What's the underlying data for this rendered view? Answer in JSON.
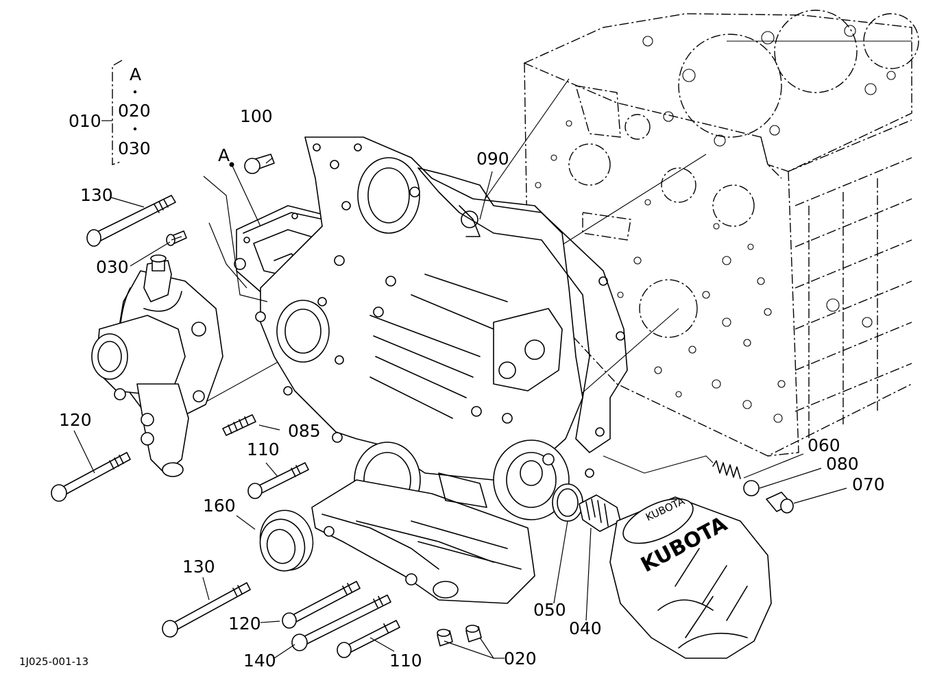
{
  "callouts": {
    "c010": "010",
    "cA_top": "A",
    "c020_top": "020",
    "c030_top": "030",
    "c100": "100",
    "cA": "A",
    "c090": "090",
    "c130_top": "130",
    "c030": "030",
    "c120_left": "120",
    "c085": "085",
    "c110_mid": "110",
    "c160": "160",
    "c060": "060",
    "c080": "080",
    "c070": "070",
    "c130_bottom": "130",
    "c050": "050",
    "c040": "040",
    "c120_bottom": "120",
    "c140": "140",
    "c110_bottom": "110",
    "c020_bottom": "020"
  },
  "figure_code": "1J025-001-13",
  "filter_brand": "KUBOTA"
}
